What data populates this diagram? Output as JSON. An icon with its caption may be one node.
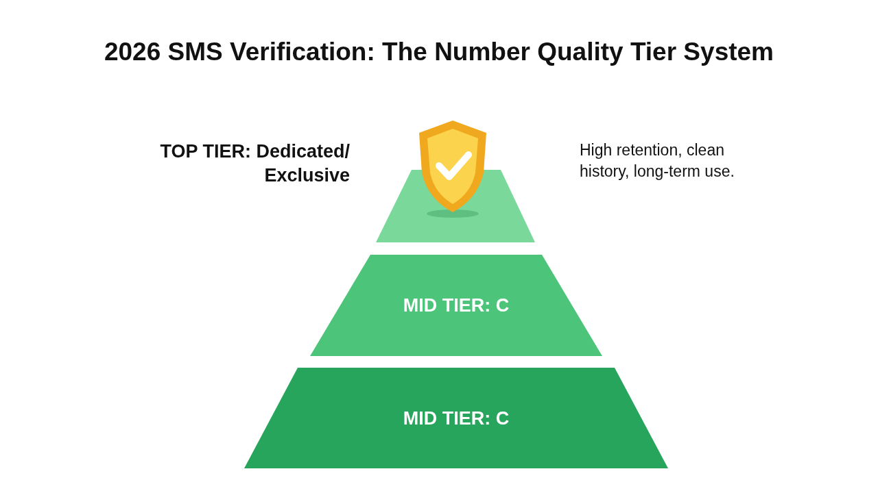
{
  "diagram": {
    "title": "2026 SMS Verification: The Number Quality Tier System",
    "nodes": [
      {
        "text": [
          "TOP TIER: Dedicated/ Exclusive"
        ],
        "beside": [
          "High retention, clean history, long-term use."
        ]
      },
      {
        "text": [
          "MID TIER: C"
        ]
      },
      {
        "text": [
          "MID TIER: C"
        ]
      }
    ]
  }
}
